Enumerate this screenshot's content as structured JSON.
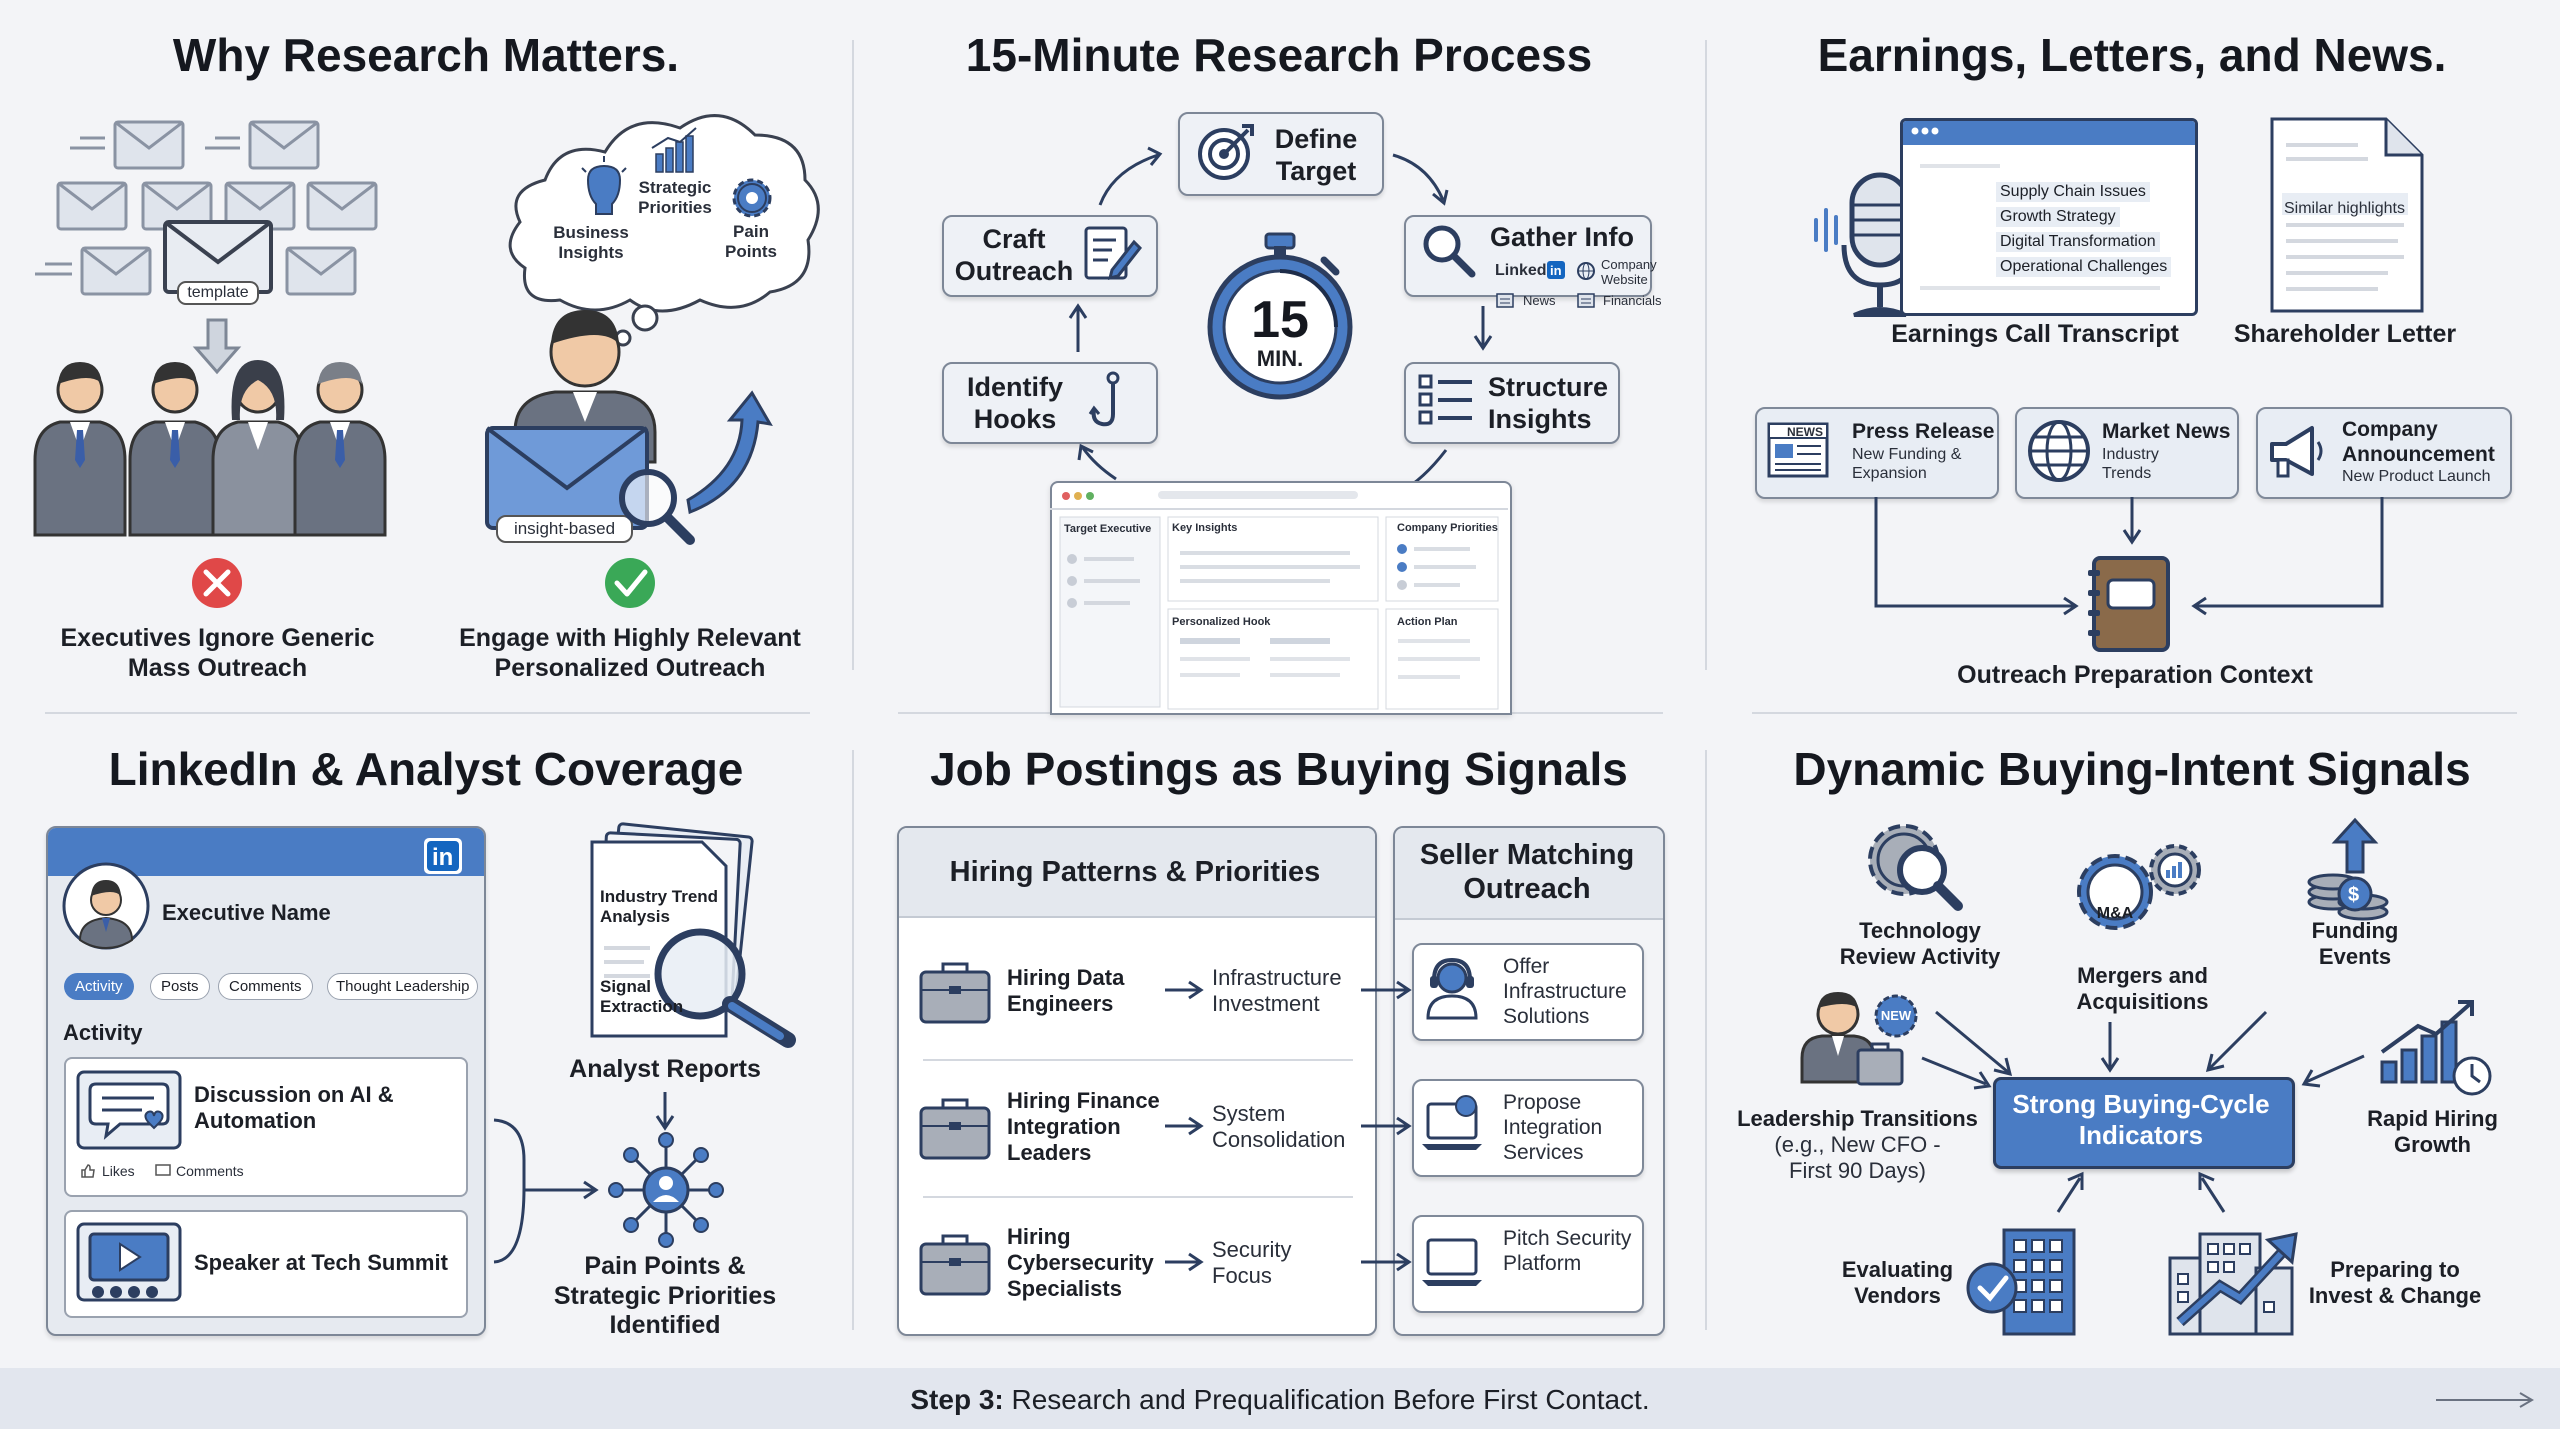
{
  "p1": {
    "title": "Why Research Matters.",
    "template_tag": "template",
    "bubble_business": "Business Insights",
    "bubble_strategic": "Strategic Priorities",
    "bubble_pain": "Pain Points",
    "insight_tag": "insight-based",
    "bad_caption": "Executives Ignore Generic Mass Outreach",
    "good_caption": "Engage with Highly Relevant Personalized Outreach"
  },
  "p2": {
    "title": "15-Minute Research Process",
    "define": "Define Target",
    "gather": "Gather Info",
    "linkedin": "Linked",
    "company_website": "Company Website",
    "news": "News",
    "financials": "Financials",
    "structure": "Structure Insights",
    "identify": "Identify Hooks",
    "craft": "Craft Outreach",
    "timer_num": "15",
    "timer_unit": "MIN.",
    "doc_target": "Target Executive",
    "doc_key": "Key Insights",
    "doc_company": "Company Priorities",
    "doc_hook": "Personalized Hook",
    "doc_action": "Action Plan"
  },
  "p3": {
    "title": "Earnings, Letters, and News.",
    "items": [
      "Supply Chain Issues",
      "Growth Strategy",
      "Digital Transformation",
      "Operational Challenges"
    ],
    "similar": "Similar highlights",
    "earnings_caption": "Earnings Call Transcript",
    "shareholder_caption": "Shareholder Letter",
    "news_icon": "NEWS",
    "press_title": "Press Release",
    "press_sub": "New Funding & Expansion",
    "market_title": "Market News",
    "market_sub": "Industry Trends",
    "company_title": "Company Announcement",
    "company_sub": "New Product Launch",
    "context_caption": "Outreach Preparation Context"
  },
  "p4": {
    "title": "LinkedIn & Analyst Coverage",
    "exec_name": "Executive Name",
    "tabs": [
      "Activity",
      "Posts",
      "Comments",
      "Thought Leadership"
    ],
    "activity_heading": "Activity",
    "post1": "Discussion on AI & Automation",
    "likes": "Likes",
    "comments": "Comments",
    "post2": "Speaker at Tech Summit",
    "report_title": "Industry Trend Analysis",
    "report_signal": "Signal Extraction",
    "analyst_caption": "Analyst Reports",
    "pain_caption": "Pain Points & Strategic Priorities Identified",
    "in_logo": "in"
  },
  "p5": {
    "title": "Job Postings as Buying Signals",
    "left_header": "Hiring Patterns & Priorities",
    "right_header": "Seller Matching Outreach",
    "rows": [
      {
        "hire": "Hiring Data Engineers",
        "signal": "Infrastructure Investment",
        "offer": "Offer Infrastructure Solutions"
      },
      {
        "hire": "Hiring Finance Integration Leaders",
        "signal": "System Consolidation",
        "offer": "Propose Integration Services"
      },
      {
        "hire": "Hiring Cybersecurity Specialists",
        "signal": "Security Focus",
        "offer": "Pitch Security Platform"
      }
    ]
  },
  "p6": {
    "title": "Dynamic Buying-Intent Signals",
    "tech": "Technology Review Activity",
    "mna": "Mergers and Acquisitions",
    "mna_icon": "M&A",
    "funding": "Funding Events",
    "leadership": "Leadership Transitions",
    "leadership_sub": "(e.g., New CFO - First 90 Days)",
    "new_badge": "NEW",
    "center": "Strong Buying-Cycle Indicators",
    "rapid": "Rapid Hiring Growth",
    "vendors": "Evaluating Vendors",
    "invest": "Preparing to Invest & Change"
  },
  "footer": {
    "step": "Step 3:",
    "text": "Research and Prequalification Before First Contact."
  },
  "colors": {
    "accent": "#4a7cc4",
    "bad": "#e04848",
    "good": "#3aa857",
    "navy": "#2c3e60"
  }
}
